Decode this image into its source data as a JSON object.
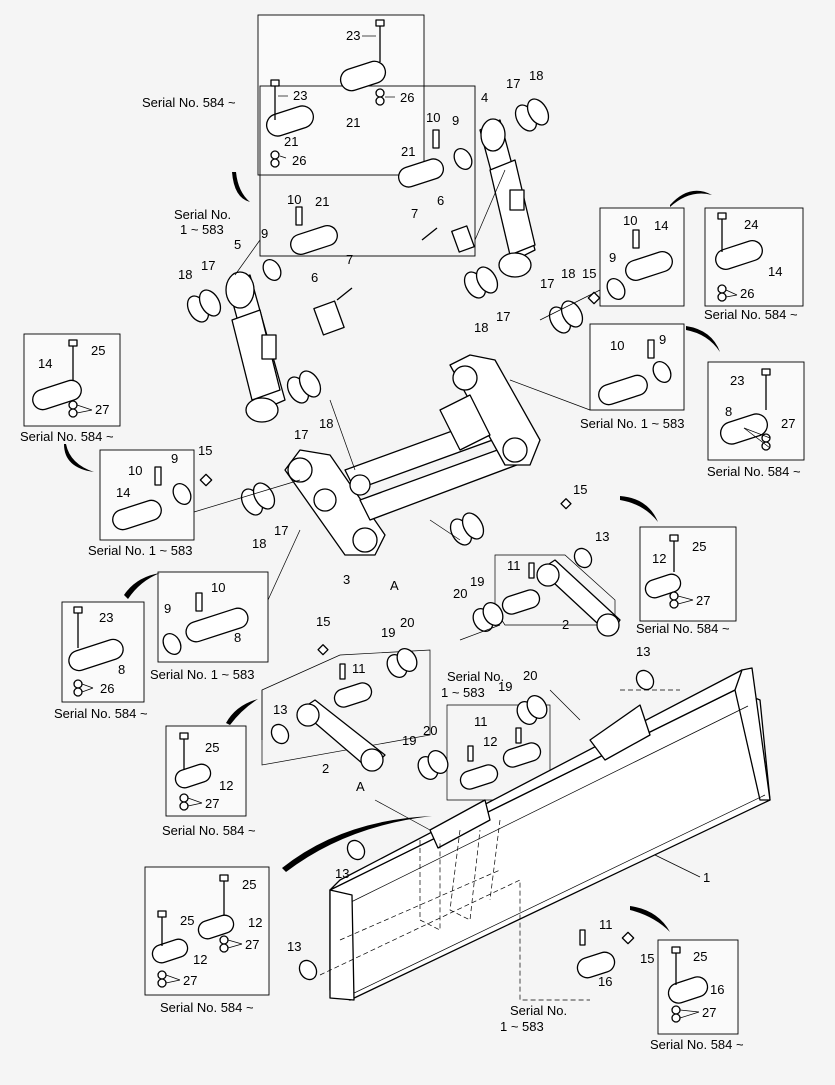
{
  "serial_labels": {
    "s584": "Serial No. 584 ~",
    "s1_583": "Serial No. 1 ~ 583",
    "s1_a": "Serial No.",
    "s1_b": "1 ~ 583"
  },
  "part_numbers": [
    "1",
    "2",
    "3",
    "4",
    "5",
    "6",
    "7",
    "8",
    "9",
    "10",
    "11",
    "12",
    "13",
    "14",
    "15",
    "16",
    "17",
    "18",
    "19",
    "20",
    "21",
    "23",
    "24",
    "25",
    "26",
    "27"
  ],
  "view_letter": "A"
}
